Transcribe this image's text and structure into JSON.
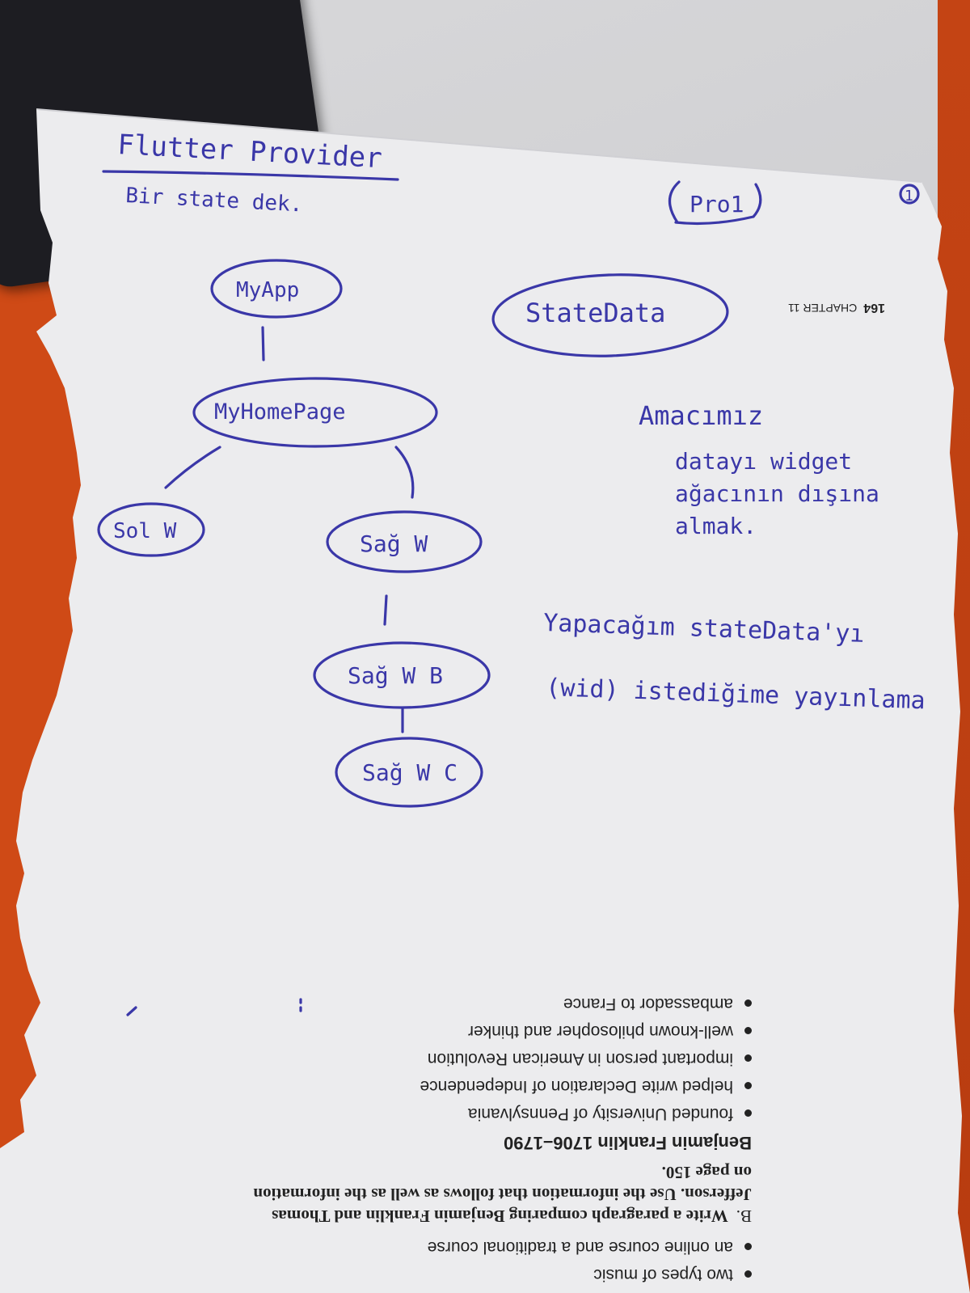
{
  "handwriting": {
    "title": "Flutter Provider",
    "subtitle": "Bir state dek.",
    "page_number": "1",
    "tag": "Pro1",
    "nodes": {
      "my_app": "MyApp",
      "my_home_page": "MyHomePage",
      "sol_w": "Sol W",
      "sag_w": "Sağ W",
      "sag_w_b": "Sağ W B",
      "sag_w_c": "Sağ W C",
      "state_data": "StateData"
    },
    "note_goal": [
      "Amacımız",
      "datayı widget",
      "ağacının dışına",
      "almak."
    ],
    "note_state": [
      "Yapacağım stateData'yı",
      "(wid) istediğime yayınlama"
    ]
  },
  "printed": {
    "chapter_page": "164",
    "chapter_label": "CHAPTER 11",
    "bullets_top": [
      "two types of music",
      "an online course and a traditional course"
    ],
    "exercise_label": "B.",
    "exercise_text": "Write a paragraph comparing Benjamin Franklin and Thomas Jefferson. Use the information that follows as well as the information on page 150.",
    "bio_title": "Benjamin Franklin 1706–1790",
    "bio_bullets": [
      "founded University of Pennsylvania",
      "helped write Declaration of Independence",
      "important person in American Revolution",
      "well-known philosopher and thinker",
      "ambassador to France"
    ]
  }
}
